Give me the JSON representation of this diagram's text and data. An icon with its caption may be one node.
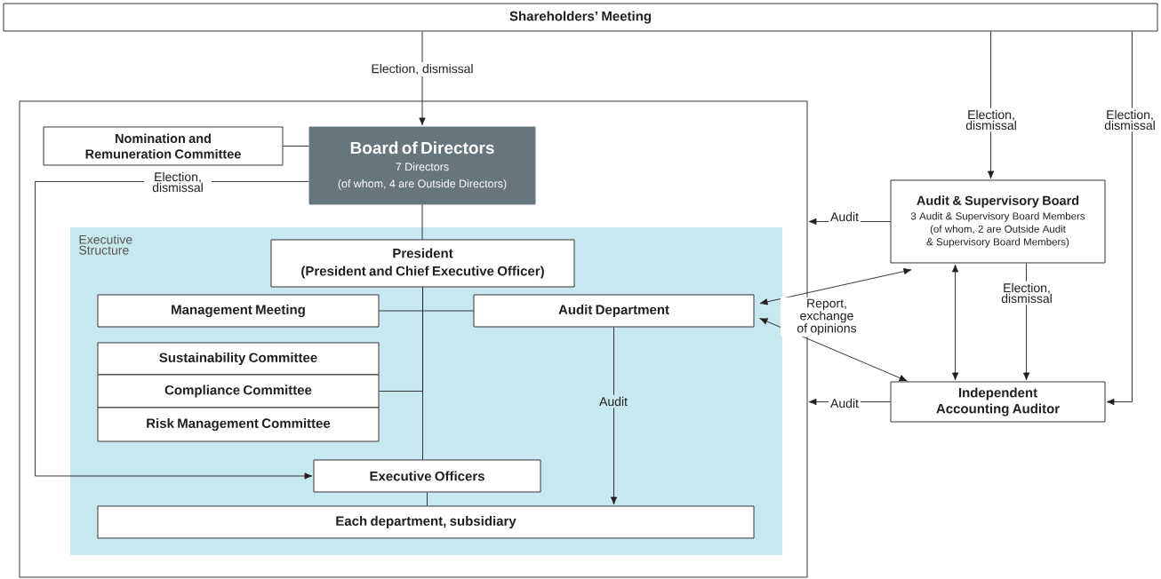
{
  "diagram": {
    "nodes": [
      {
        "text": [
          "Shareholders’ Meeting"
        ]
      },
      {
        "text": [],
        "shape": "box"
      },
      {
        "text": [
          "Nomination and Remuneration Committee"
        ],
        "in": 1
      },
      {
        "text": [
          "Board of Directors",
          "7 Directors",
          "(of whom, 4 are Outside Directors)"
        ],
        "in": 1
      },
      {
        "text": [
          "Executive Structure"
        ],
        "in": 1
      },
      {
        "text": [
          "President",
          "(President and Chief Executive Officer)"
        ],
        "in": 4
      },
      {
        "text": [
          "Management Meeting"
        ],
        "in": 4
      },
      {
        "text": [
          "Audit Department"
        ],
        "in": 4
      },
      {
        "text": [
          "Sustainability Committee"
        ],
        "in": 4
      },
      {
        "text": [
          "Compliance Committee"
        ],
        "in": 4
      },
      {
        "text": [
          "Risk Management Committee"
        ],
        "in": 4
      },
      {
        "text": [
          "Executive Officers"
        ],
        "in": 4
      },
      {
        "text": [
          "Each department, subsidiary"
        ],
        "in": 4
      },
      {
        "text": [
          "Audit & Supervisory Board",
          "3 Audit & Supervisory Board Members (of whom, 2 are Outside Audit & Supervisory Board Members)"
        ]
      },
      {
        "text": [
          "Independent Accounting Auditor"
        ]
      }
    ],
    "edges": [
      {
        "from": 0,
        "to": 3,
        "arrow": "to",
        "label": "Election, dismissal"
      },
      {
        "from": 0,
        "to": 13,
        "arrow": "to",
        "label": "Election, dismissal"
      },
      {
        "from": 0,
        "to": 14,
        "arrow": "to",
        "label": "Election, dismissal"
      },
      {
        "from": 2,
        "to": 3,
        "arrow": "none"
      },
      {
        "from": 3,
        "to": 11,
        "arrow": "to",
        "label": "Election, dismissal"
      },
      {
        "from": 3,
        "to": 5,
        "arrow": "none"
      },
      {
        "from": 5,
        "to": 6,
        "arrow": "none"
      },
      {
        "from": 5,
        "to": 7,
        "arrow": "none"
      },
      {
        "from": 5,
        "to": 9,
        "arrow": "none"
      },
      {
        "from": 5,
        "to": 11,
        "arrow": "none"
      },
      {
        "from": 11,
        "to": 12,
        "arrow": "none"
      },
      {
        "from": 7,
        "to": 12,
        "arrow": "to",
        "label": "Audit"
      },
      {
        "from": 13,
        "to": 1,
        "arrow": "to",
        "label": "Audit"
      },
      {
        "from": 14,
        "to": 1,
        "arrow": "to",
        "label": "Audit"
      },
      {
        "from": 13,
        "to": 7,
        "arrow": "both",
        "label": "Report, exchange of opinions"
      },
      {
        "from": 14,
        "to": 7,
        "arrow": "both"
      },
      {
        "from": 13,
        "to": 14,
        "arrow": "both"
      },
      {
        "from": 13,
        "to": 14,
        "arrow": "to",
        "label": "Election, dismissal"
      }
    ]
  }
}
